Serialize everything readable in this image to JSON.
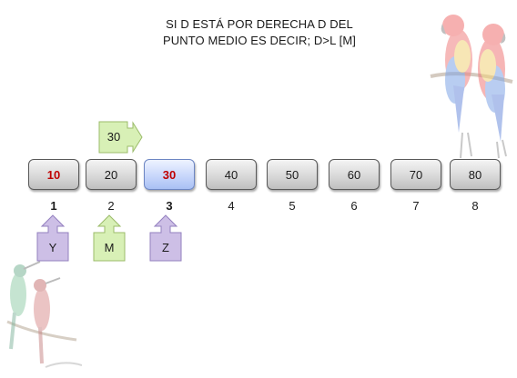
{
  "title": {
    "line1": "SI D ESTÁ POR DERECHA D DEL",
    "line2": "PUNTO MEDIO ES DECIR; D>L [M]"
  },
  "array": {
    "values": [
      "10",
      "20",
      "30",
      "40",
      "50",
      "60",
      "70",
      "80"
    ],
    "indices": [
      "1",
      "2",
      "3",
      "4",
      "5",
      "6",
      "7",
      "8"
    ]
  },
  "callouts": {
    "d_value": "30",
    "y_label": "Y",
    "m_label": "M",
    "z_label": "Z"
  },
  "colors": {
    "highlight_text": "#c00000",
    "highlight_box": "#c8d7fb",
    "green_callout": "#d8f0b6",
    "purple_callout": "#cdbfe6"
  }
}
